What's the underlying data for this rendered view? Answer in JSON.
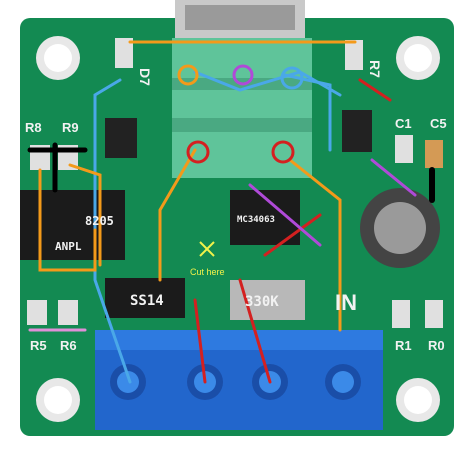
{
  "image": {
    "kind": "photo",
    "subject": "green PCB module with blue screw terminal block and hand-drawn trace annotations"
  },
  "silkscreen": {
    "d7": "D7",
    "r7": "R7",
    "r8": "R8",
    "r9": "R9",
    "c1": "C1",
    "c5": "C5",
    "r5": "R5",
    "r6": "R6",
    "r1": "R1",
    "r0": "R0",
    "in": "IN"
  },
  "chips": {
    "left_ic": "8205",
    "left_ic_2": "ANPL",
    "middle_ic": "MC34063",
    "diode": "SS14",
    "inductor": "330K"
  },
  "annotation": {
    "cut_here": "Cut here"
  },
  "colors": {
    "pcb": "#138a52",
    "terminal": "#2266cc",
    "header": "#5fc49a",
    "marker_orange": "#f39a1a",
    "marker_red": "#d42020",
    "marker_blue": "#4aa8e8",
    "marker_purple": "#b04ad8"
  }
}
